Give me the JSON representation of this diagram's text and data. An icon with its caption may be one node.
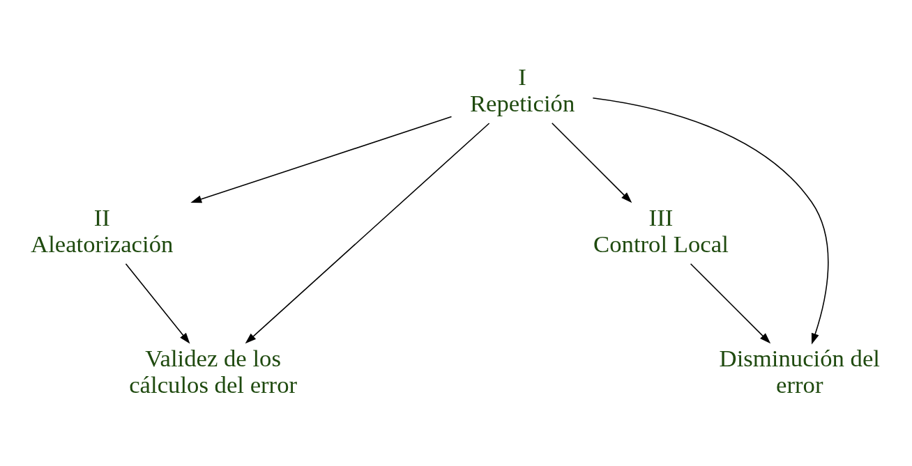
{
  "diagram": {
    "nodes": [
      {
        "text": [
          "I",
          "Repetición"
        ]
      },
      {
        "text": [
          "II",
          "Aleatorización"
        ]
      },
      {
        "text": [
          "III",
          "Control Local"
        ]
      },
      {
        "text": [
          "Validez de los cálculos del error"
        ]
      },
      {
        "text": [
          "Disminución del error"
        ]
      }
    ],
    "edges": [
      {
        "from": 0,
        "to": 1,
        "arrow": "to"
      },
      {
        "from": 0,
        "to": 3,
        "arrow": "to"
      },
      {
        "from": 0,
        "to": 4,
        "arrow": "to"
      },
      {
        "from": 0,
        "to": 2,
        "arrow": "to"
      },
      {
        "from": 1,
        "to": 3,
        "arrow": "to"
      },
      {
        "from": 2,
        "to": 4,
        "arrow": "to"
      }
    ]
  }
}
